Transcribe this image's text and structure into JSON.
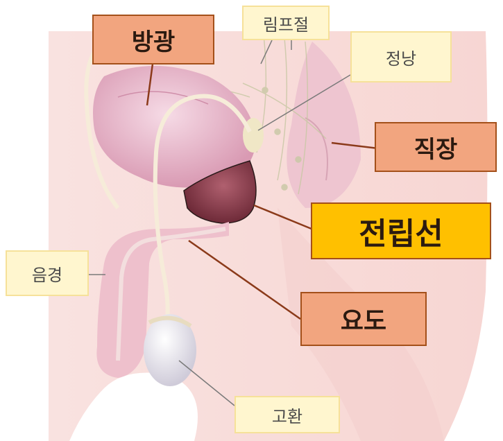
{
  "labels": {
    "bladder": "방광",
    "lymph_node": "림프절",
    "seminal_vesicle": "정낭",
    "rectum": "직장",
    "prostate": "전립선",
    "penis": "음경",
    "urethra": "요도",
    "testis": "고환"
  },
  "colors": {
    "major_fill": "#f2a57f",
    "major_border": "#a4501a",
    "minor_fill": "#fff6cf",
    "minor_border": "#f6e199",
    "key_fill": "#ffc000",
    "leader_line": "#8b3a1a",
    "tissue": "#f7dcdc",
    "organ_pink": "#e9b6c8",
    "prostate_dark": "#8a3848"
  },
  "icons": {
    "anatomy": "male-pelvis-illustration"
  }
}
